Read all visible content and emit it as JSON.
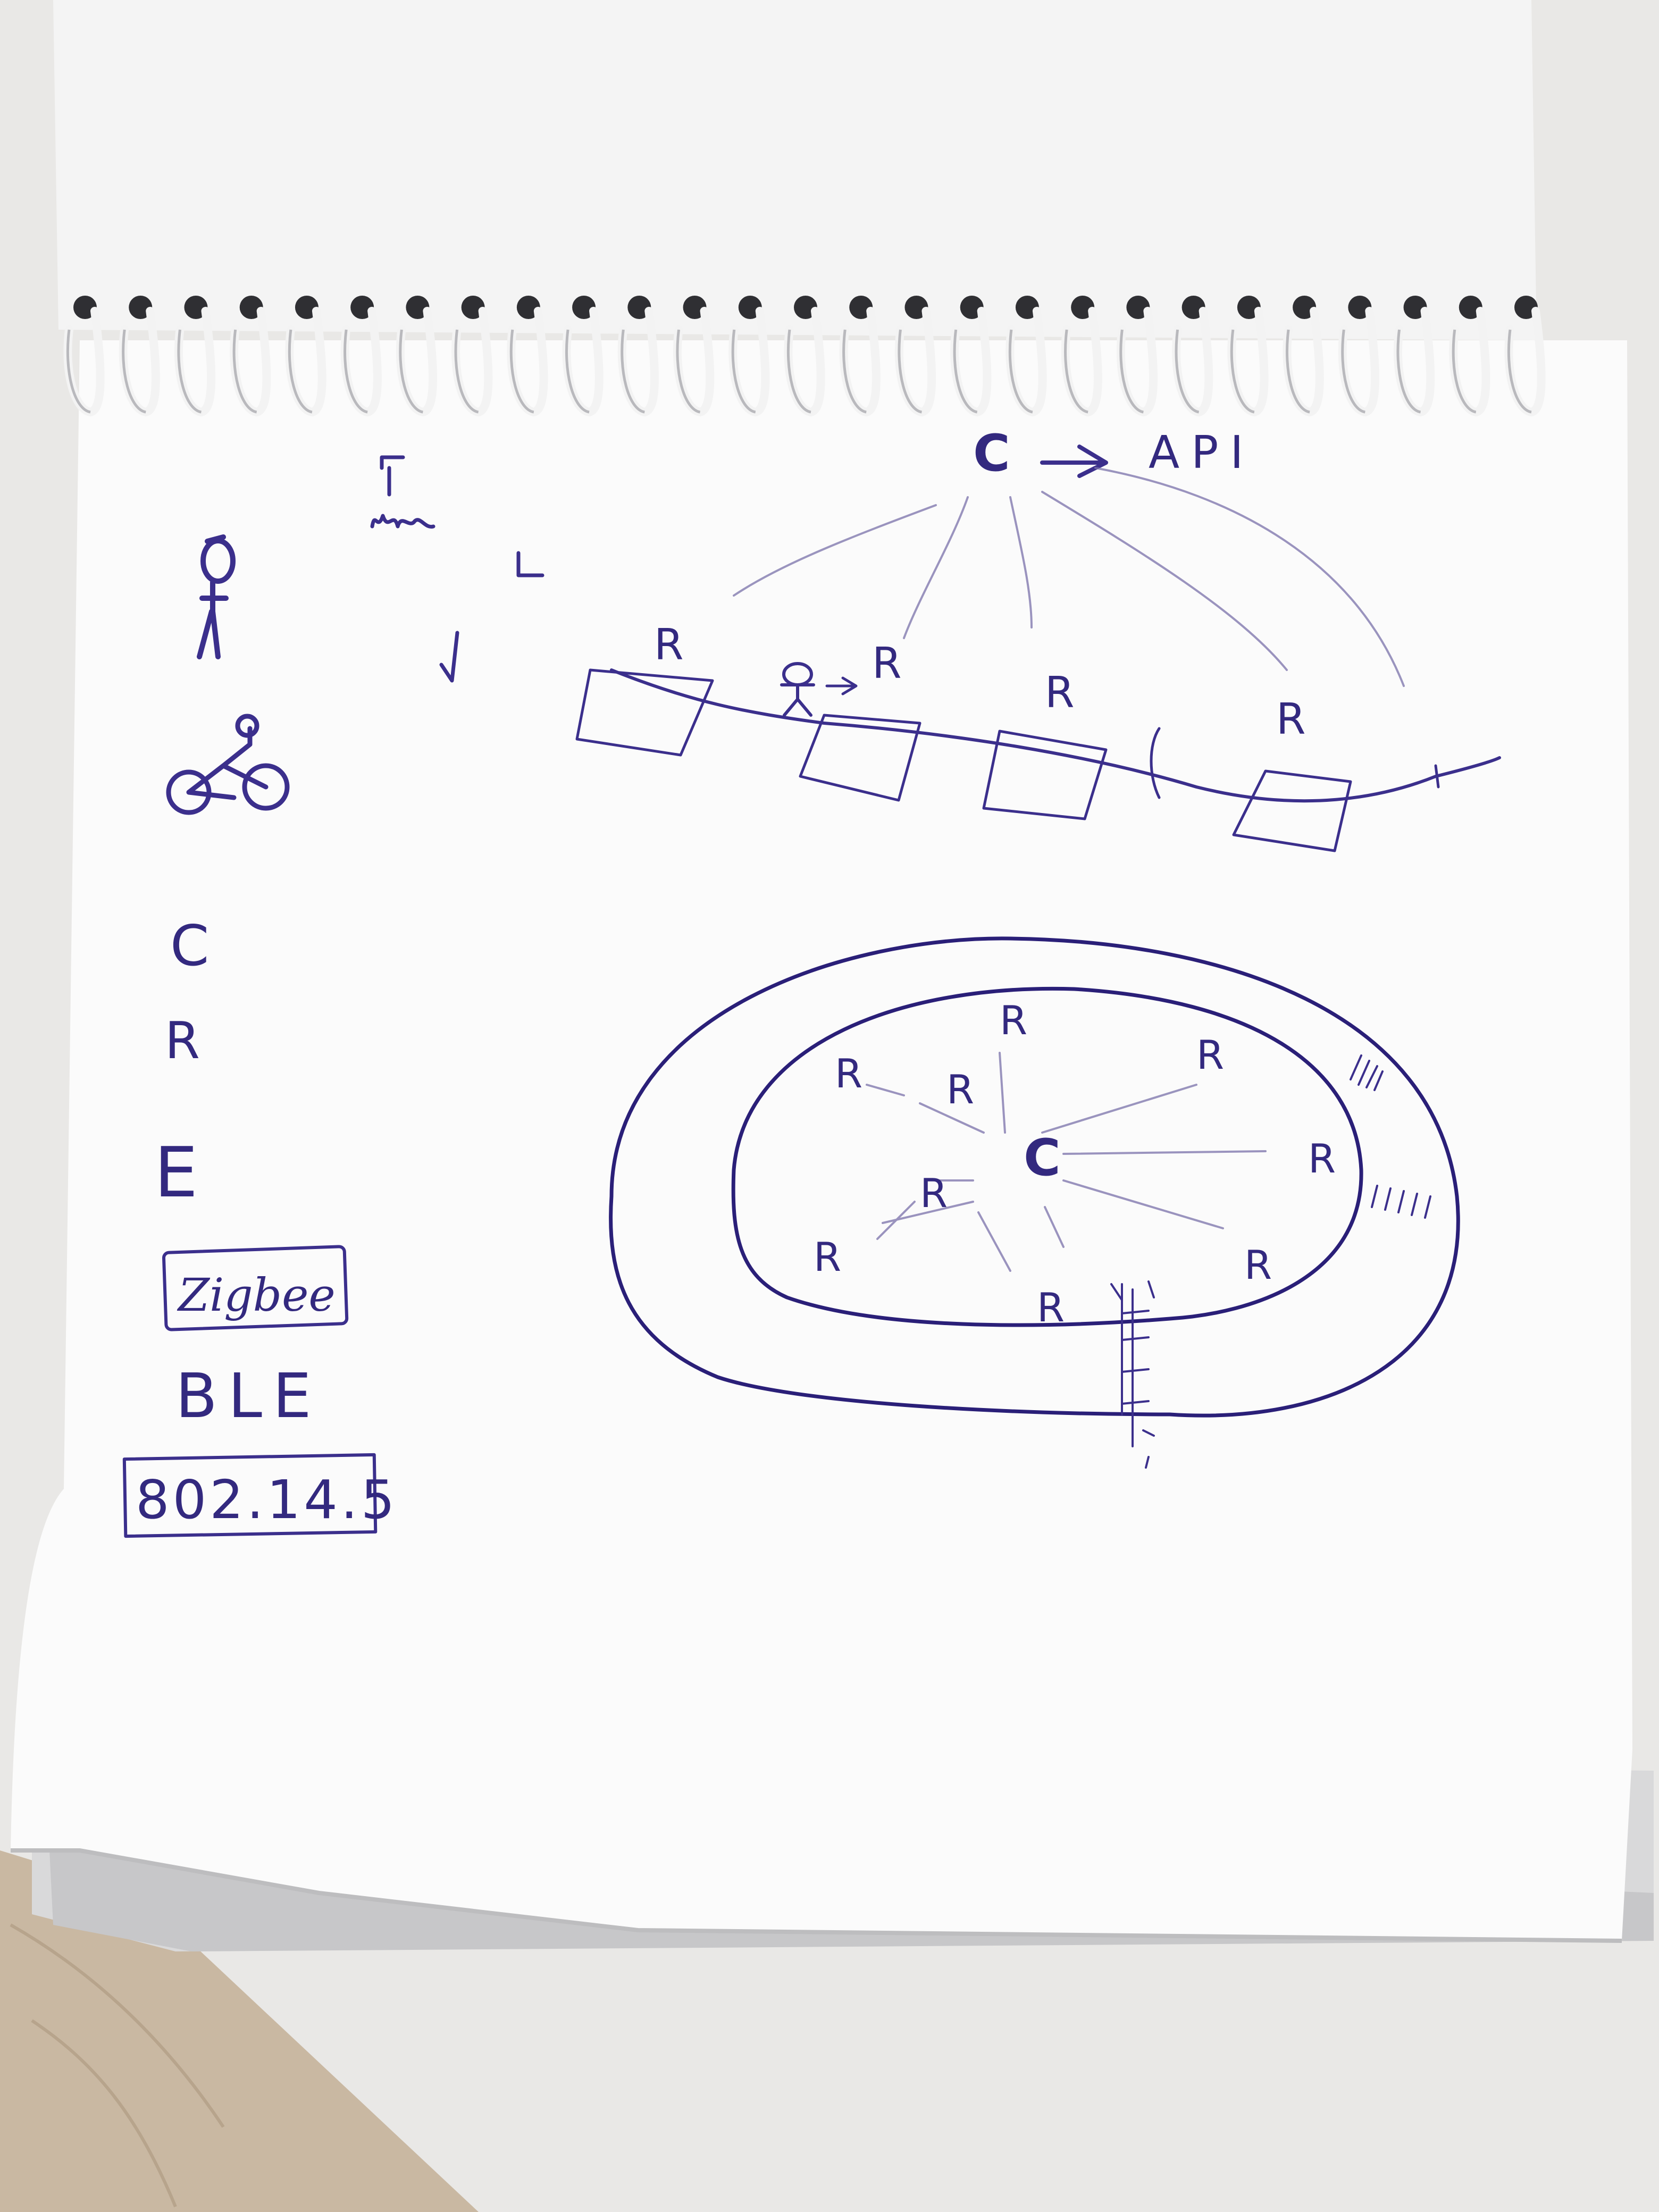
{
  "photo": {
    "colors": {
      "ink": "#3b2f8c",
      "paper": "#fbfbfb",
      "desk": "#e9e8e6",
      "wood": "#c9b8a2"
    }
  },
  "legend": {
    "c": "C",
    "r": "R",
    "e": "E",
    "zigbee": "Zigbee",
    "ble": "BLE",
    "ieee": "802.14.5",
    "icons": [
      "person-icon",
      "bicycle-icon"
    ]
  },
  "top_diagram": {
    "controller": "C",
    "arrow_target": "API",
    "routers": [
      "R",
      "R",
      "R",
      "R"
    ]
  },
  "ring_diagram": {
    "center": "C",
    "routers": [
      "R",
      "R",
      "R",
      "R",
      "R",
      "R",
      "R",
      "R",
      "R"
    ]
  }
}
